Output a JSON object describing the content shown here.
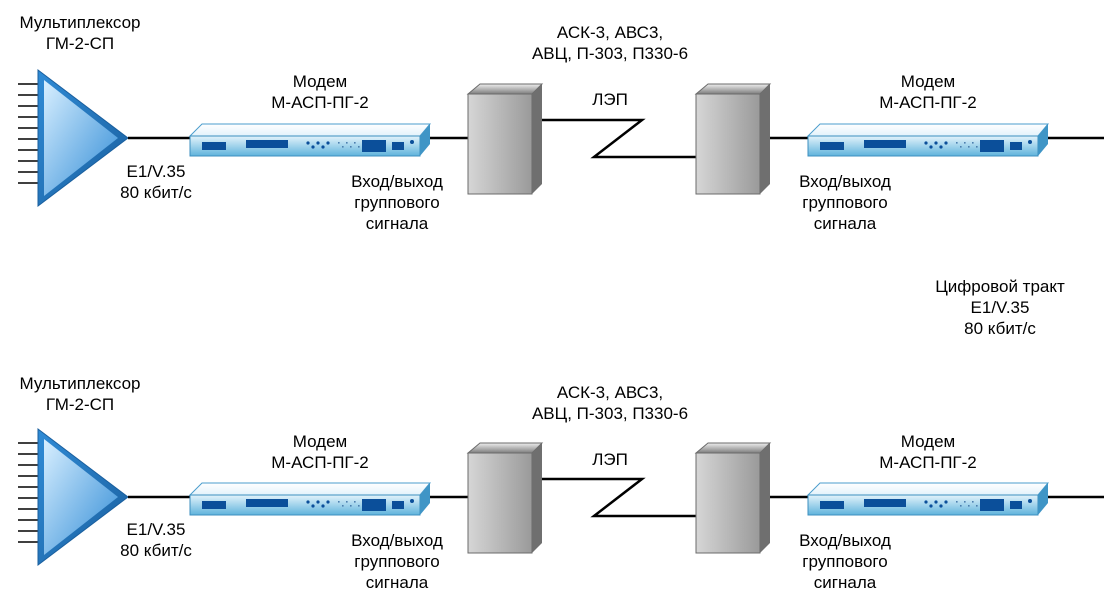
{
  "diagram": {
    "colors": {
      "line": "#000000",
      "multiplexer_light": "#d8efff",
      "multiplexer_dark": "#2f8bd6",
      "modem_light": "#e3f3fb",
      "modem_dark": "#5fb3dc",
      "block_light": "#eeeeee",
      "block_dark": "#7d7d7d"
    },
    "rows": [
      {
        "multiplexer_label": [
          "Мультиплексор",
          "ГМ-2-СП"
        ],
        "interface_label": [
          "E1/V.35",
          "80 кбит/с"
        ],
        "modem_left_label": [
          "Модем",
          "М-АСП-ПГ-2"
        ],
        "group_signal_left_label": [
          "Вход/выход",
          "группового",
          "сигнала"
        ],
        "equipment_label": [
          "АСК-3, АВС3,",
          "АВЦ, П-303, П330-6"
        ],
        "line_label": "ЛЭП",
        "modem_right_label": [
          "Модем",
          "М-АСП-ПГ-2"
        ],
        "group_signal_right_label": [
          "Вход/выход",
          "группового",
          "сигнала"
        ]
      },
      {
        "multiplexer_label": [
          "Мультиплексор",
          "ГМ-2-СП"
        ],
        "interface_label": [
          "E1/V.35",
          "80 кбит/с"
        ],
        "modem_left_label": [
          "Модем",
          "М-АСП-ПГ-2"
        ],
        "group_signal_left_label": [
          "Вход/выход",
          "группового",
          "сигнала"
        ],
        "equipment_label": [
          "АСК-3, АВС3,",
          "АВЦ, П-303, П330-6"
        ],
        "line_label": "ЛЭП",
        "modem_right_label": [
          "Модем",
          "М-АСП-ПГ-2"
        ],
        "group_signal_right_label": [
          "Вход/выход",
          "группового",
          "сигнала"
        ]
      }
    ],
    "digital_path_label": [
      "Цифровой тракт",
      "E1/V.35",
      "80 кбит/с"
    ]
  }
}
